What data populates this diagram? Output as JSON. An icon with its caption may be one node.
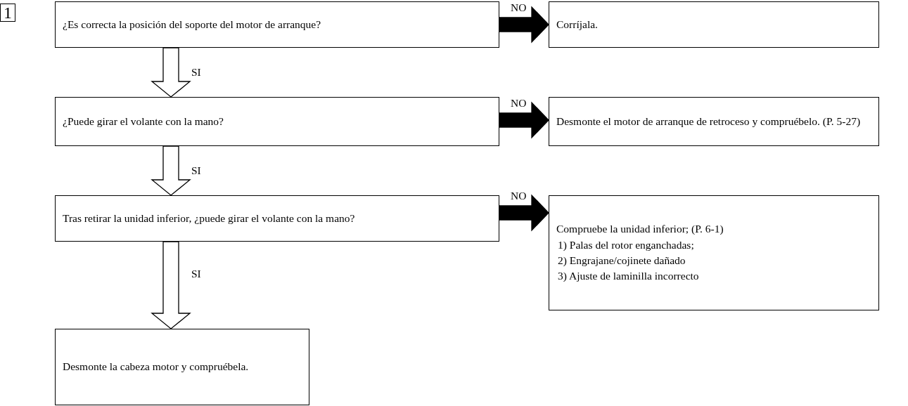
{
  "diagram": {
    "nodes": [
      {
        "text": [
          "1"
        ]
      },
      {
        "text": [
          "¿Es correcta la posición del soporte del motor de arranque?"
        ]
      },
      {
        "text": [
          "Corríjala."
        ]
      },
      {
        "text": [
          "¿Puede girar el volante con la mano?"
        ]
      },
      {
        "text": [
          "Desmonte el motor de arranque de retroceso y compruébelo. (P. 5-27)"
        ]
      },
      {
        "text": [
          "Tras retirar la unidad inferior, ¿puede girar el volante con la mano?"
        ]
      },
      {
        "text": [
          "Compruebe la unidad inferior; (P. 6-1)",
          "1) Palas del rotor enganchadas;",
          "2) Engrajane/cojinete dañado",
          "3) Ajuste de laminilla incorrecto"
        ]
      },
      {
        "text": [
          "Desmonte la cabeza motor y compruébela."
        ]
      }
    ],
    "edges": [
      {
        "from": 1,
        "to": 2,
        "arrow": "to",
        "label": "NO",
        "style": "thick"
      },
      {
        "from": 1,
        "to": 3,
        "arrow": "to",
        "label": "SI"
      },
      {
        "from": 3,
        "to": 4,
        "arrow": "to",
        "label": "NO",
        "style": "thick"
      },
      {
        "from": 3,
        "to": 5,
        "arrow": "to",
        "label": "SI"
      },
      {
        "from": 5,
        "to": 6,
        "arrow": "to",
        "label": "NO",
        "style": "thick"
      },
      {
        "from": 5,
        "to": 7,
        "arrow": "to",
        "label": "SI"
      }
    ]
  }
}
